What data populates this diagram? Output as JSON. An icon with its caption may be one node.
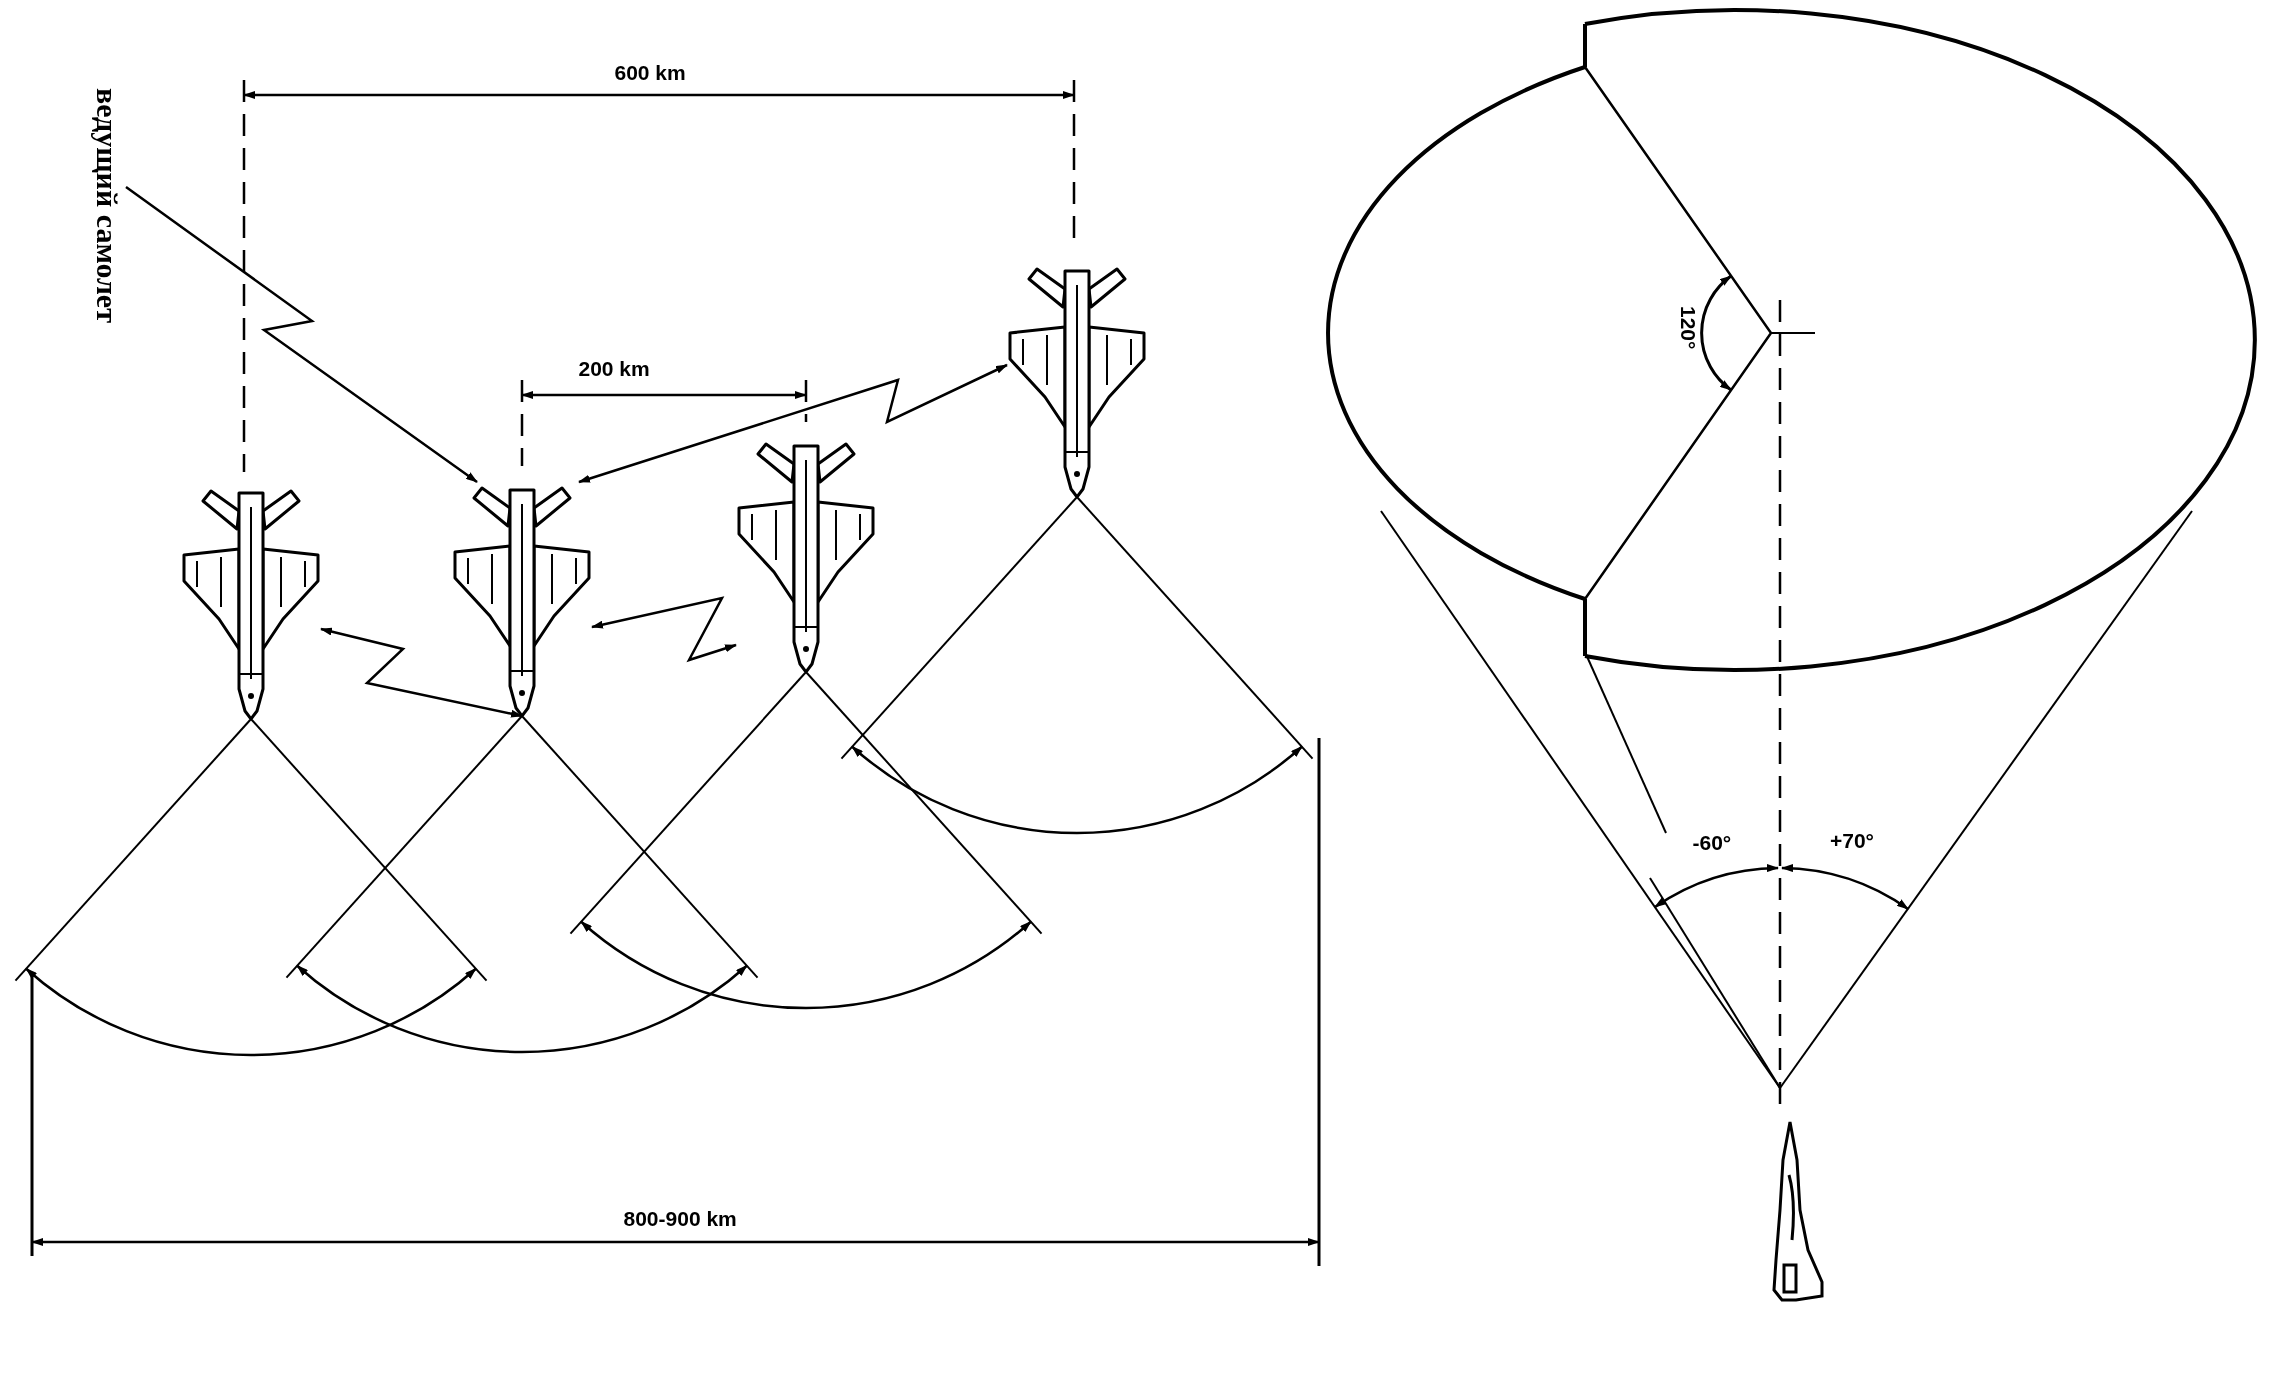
{
  "diagram": {
    "nodes": [
      {
        "text": [
          "ведущий самолет"
        ]
      },
      {
        "text": [],
        "shape": "picture"
      },
      {
        "text": [],
        "shape": "picture"
      },
      {
        "text": [],
        "shape": "picture"
      },
      {
        "text": [],
        "shape": "picture"
      }
    ],
    "edges": [
      {
        "from": 0,
        "to": 2,
        "arrow": "to"
      },
      {
        "from": 4,
        "to": 2,
        "arrow": "both"
      },
      {
        "from": 1,
        "to": 2,
        "arrow": "both"
      },
      {
        "from": 2,
        "to": 3,
        "arrow": "both"
      }
    ],
    "labels": [
      "600 km",
      "200 km",
      "120°",
      "-60°",
      "+70°",
      "800-900 km"
    ]
  }
}
